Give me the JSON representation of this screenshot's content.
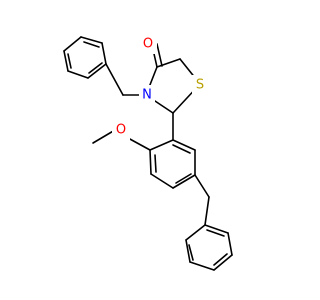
{
  "molecule": {
    "atoms": {
      "oxygen_carbonyl": {
        "symbol": "O",
        "color": "#ff0000"
      },
      "nitrogen": {
        "symbol": "N",
        "color": "#0000ff"
      },
      "sulfur": {
        "symbol": "S",
        "color": "#b8a000"
      },
      "oxygen_methoxy": {
        "symbol": "O",
        "color": "#ff0000"
      }
    }
  }
}
